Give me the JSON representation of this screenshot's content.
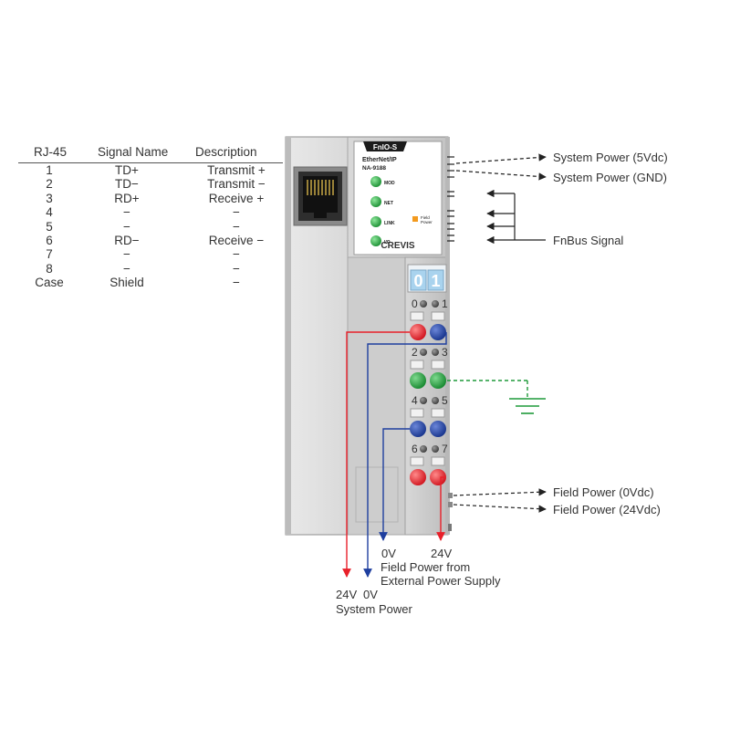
{
  "table": {
    "headers": [
      "RJ-45",
      "Signal Name",
      "Description"
    ],
    "rows": [
      [
        "1",
        "TD+",
        "Transmit +"
      ],
      [
        "2",
        "TD−",
        "Transmit −"
      ],
      [
        "3",
        "RD+",
        "Receive +"
      ],
      [
        "4",
        "−",
        "−"
      ],
      [
        "5",
        "−",
        "−"
      ],
      [
        "6",
        "RD−",
        "Receive −"
      ],
      [
        "7",
        "−",
        "−"
      ],
      [
        "8",
        "−",
        "−"
      ],
      [
        "Case",
        "Shield",
        "−"
      ]
    ]
  },
  "module": {
    "model": "FnIO-S",
    "line1": "EtherNet/IP",
    "line2": "NA-9188",
    "brand": "CREVIS",
    "leds": [
      "MOD",
      "NET",
      "LINK",
      "I/O"
    ],
    "field_power_l1": "Field",
    "field_power_l2": "Power",
    "display": [
      "0",
      "1"
    ],
    "terminal_numbers": [
      [
        "0",
        "1"
      ],
      [
        "2",
        "3"
      ],
      [
        "4",
        "5"
      ],
      [
        "6",
        "7"
      ]
    ]
  },
  "labels": {
    "sys_5v": "System Power (5Vdc)",
    "sys_gnd": "System Power (GND)",
    "fnbus": "FnBus Signal",
    "field_0v": "Field Power (0Vdc)",
    "field_24v": "Field Power (24Vdc)",
    "ext_0v": "0V",
    "ext_24v": "24V",
    "ext_desc1": "Field Power from",
    "ext_desc2": "External Power Supply",
    "sys_24v": "24V",
    "sys_0v": "0V",
    "sys_desc": "System Power"
  },
  "colors": {
    "red": "#e8202a",
    "blue": "#1f3f9f",
    "green": "#1f9a3a",
    "led_green": "#23a33c",
    "orange": "#f39a1e",
    "module_gray": "#d7d7d7"
  }
}
